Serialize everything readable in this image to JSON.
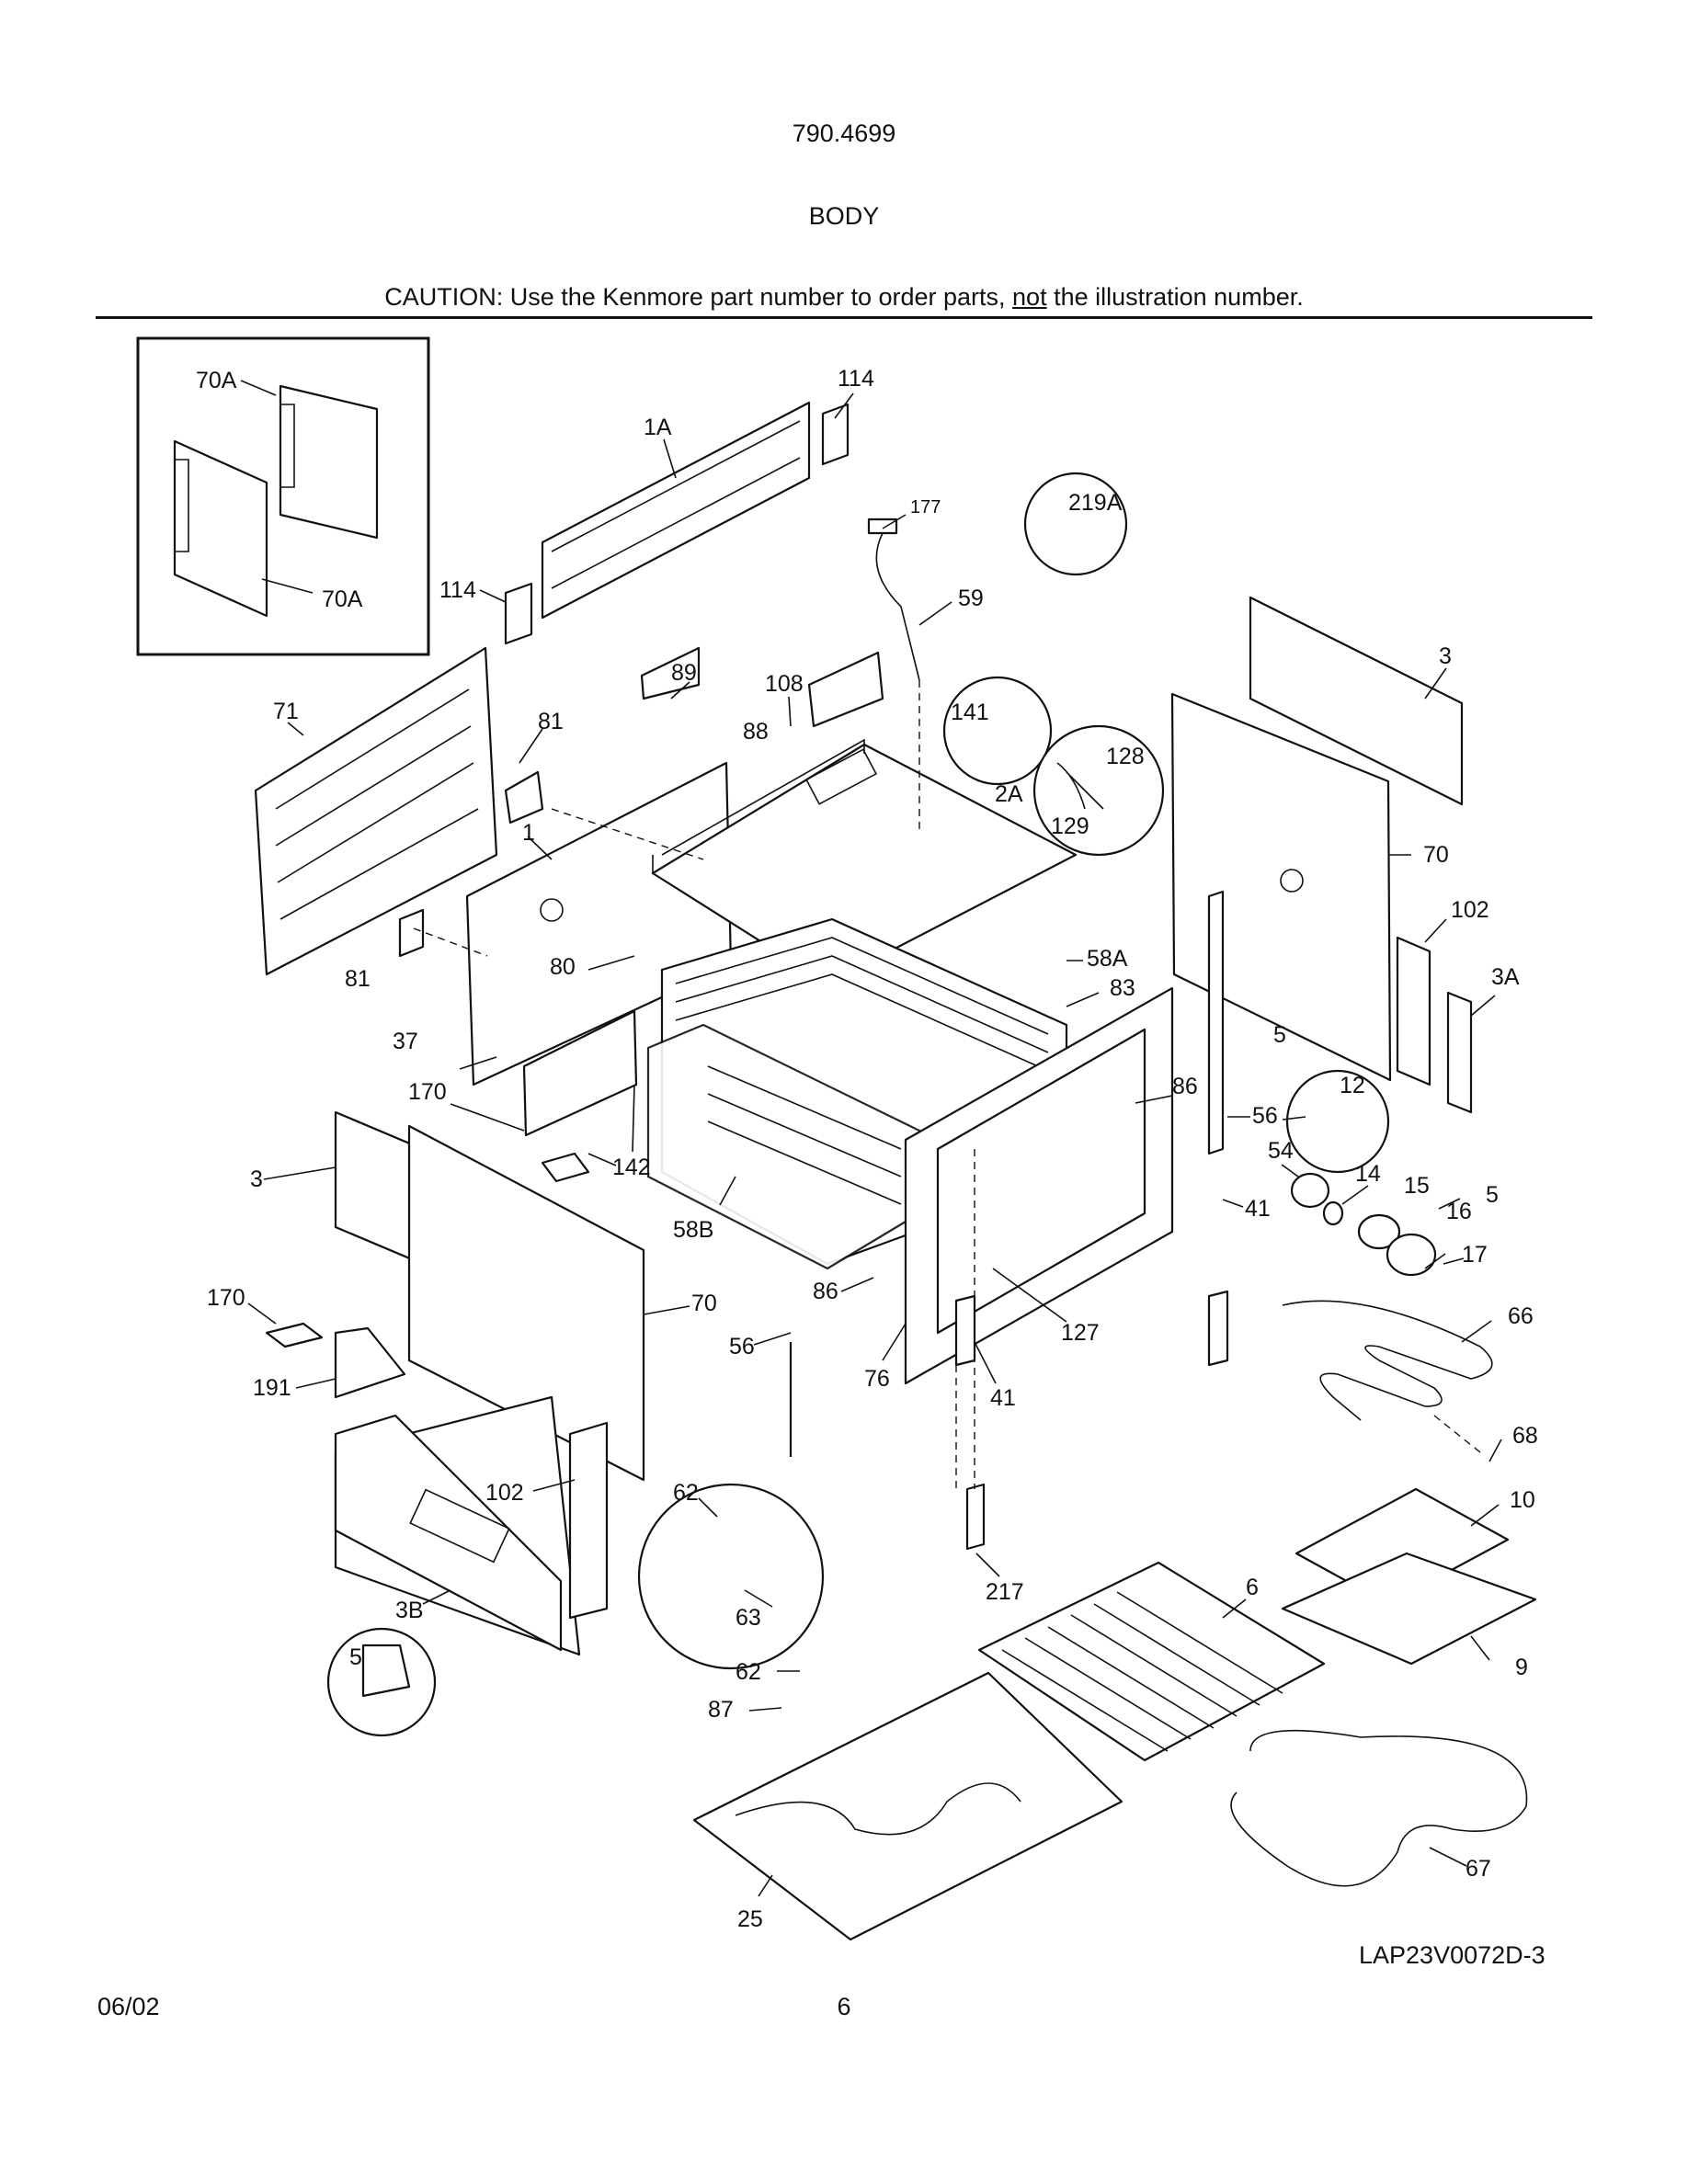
{
  "header": {
    "model": "790.4699",
    "section": "BODY",
    "caution_before": "CAUTION: Use the Kenmore part number to order parts, ",
    "caution_emphasis": "not",
    "caution_after": " the illustration number."
  },
  "diagram": {
    "drawing_code": "LAP23V0072D-3",
    "labels": {
      "p70A_top": "70A",
      "p70A_bot": "70A",
      "p114_top": "114",
      "p114_left": "114",
      "p1A": "1A",
      "p177": "177",
      "p219A": "219A",
      "p59": "59",
      "p3_right": "3",
      "p71": "71",
      "p89": "89",
      "p108": "108",
      "p141": "141",
      "p128": "128",
      "p88": "88",
      "p2A": "2A",
      "p129": "129",
      "p81_top": "81",
      "p1": "1",
      "p70_right": "70",
      "p102_right": "102",
      "p81_left": "81",
      "p80": "80",
      "p58A": "58A",
      "p3A": "3A",
      "p83": "83",
      "p37": "37",
      "p5_mid": "5",
      "p12": "12",
      "p170_top": "170",
      "p86_right": "86",
      "p56_right": "56",
      "p142": "142",
      "p3_left": "3",
      "p54": "54",
      "p14": "14",
      "p5_right": "5",
      "p15": "15",
      "p41_right": "41",
      "p58B": "58B",
      "p16": "16",
      "p17": "17",
      "p86_left": "86",
      "p170_left": "170",
      "p70_left": "70",
      "p66": "66",
      "p127": "127",
      "p56_left": "56",
      "p76": "76",
      "p191": "191",
      "p41_left": "41",
      "p68": "68",
      "p62_top": "62",
      "p102_left": "102",
      "p10": "10",
      "p6": "6",
      "p217": "217",
      "p3B": "3B",
      "p63": "63",
      "p9": "9",
      "p5_left": "5",
      "p62_bot": "62",
      "p87": "87",
      "p67": "67",
      "p25": "25"
    }
  },
  "footer": {
    "date": "06/02",
    "page": "6"
  }
}
